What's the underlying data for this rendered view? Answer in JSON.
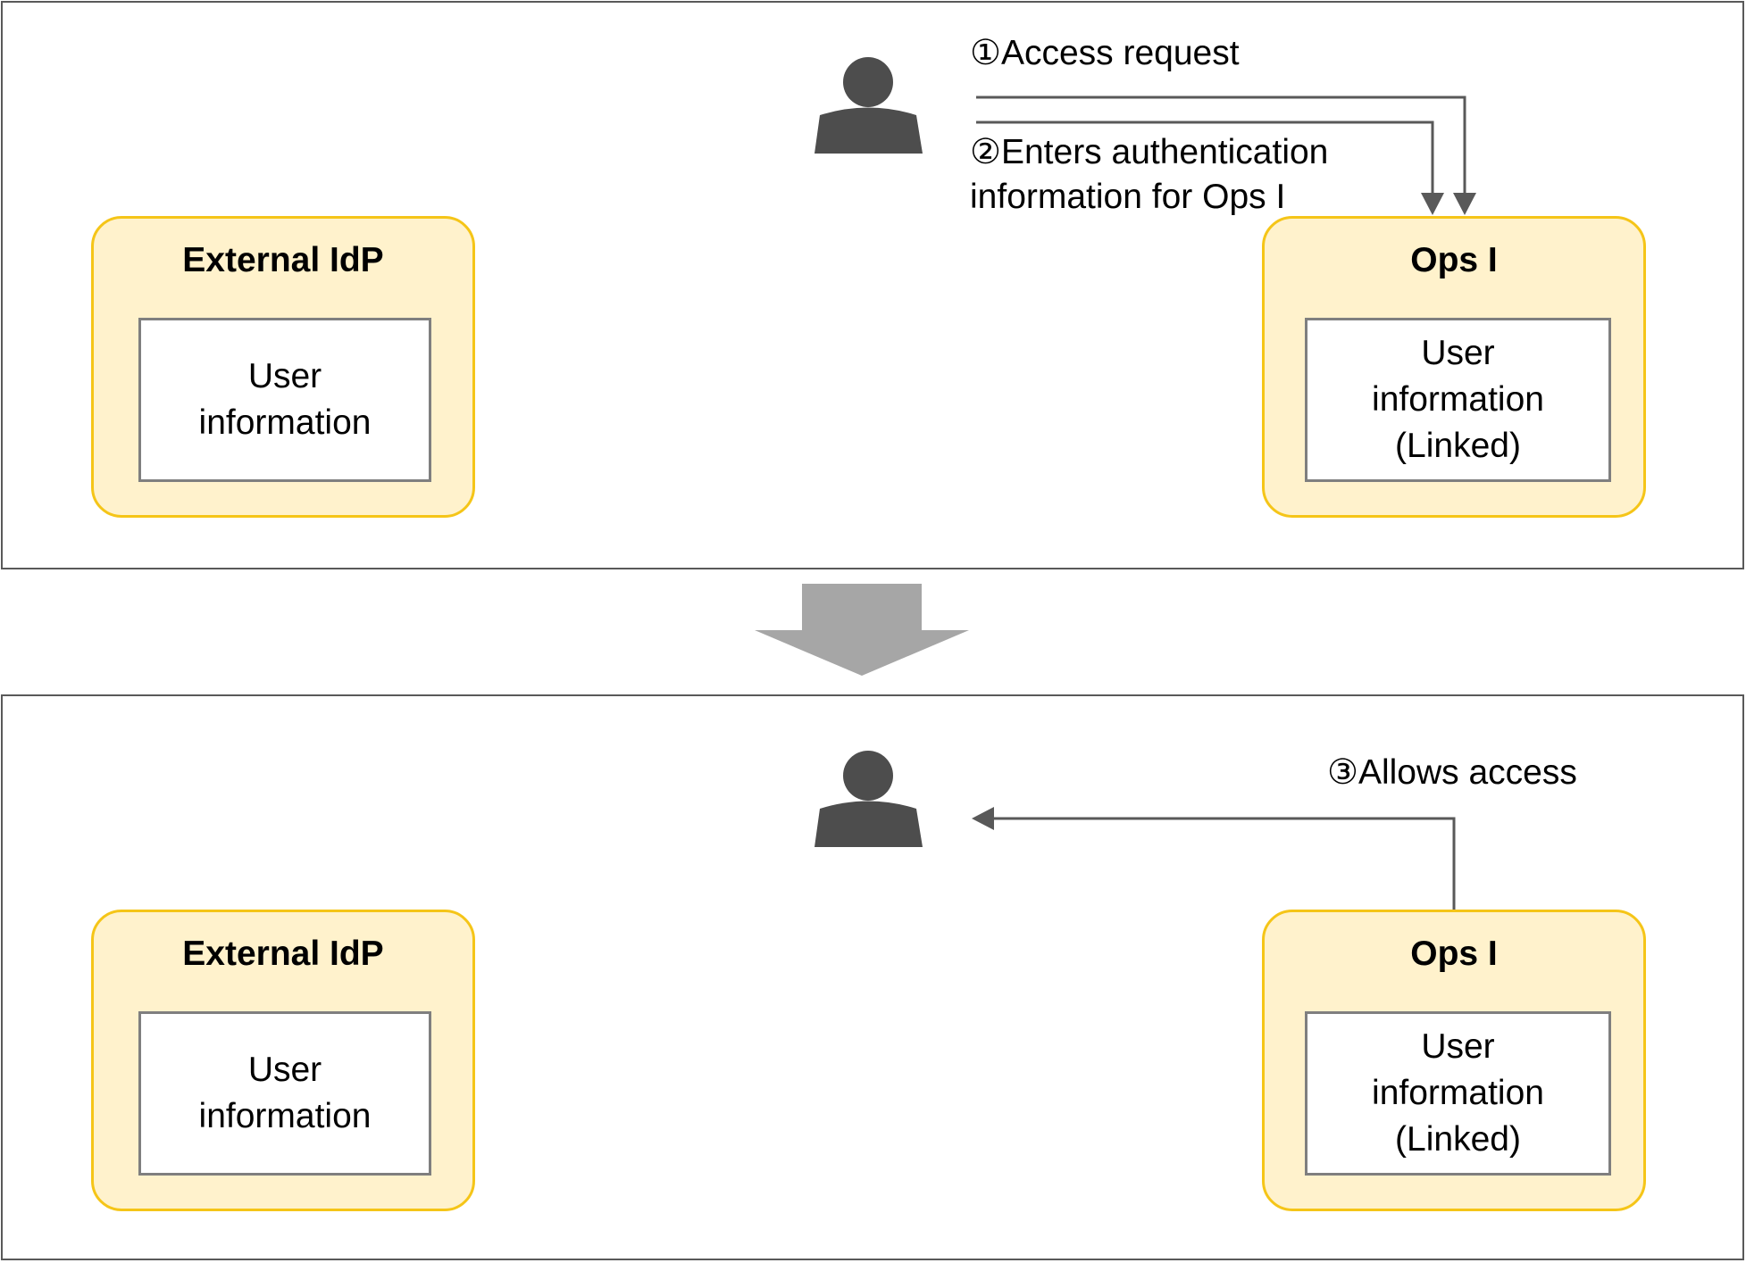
{
  "scenes": [
    {
      "external_idp": {
        "title": "External IdP",
        "user_info": "User\ninformation"
      },
      "ops": {
        "title": "Ops I",
        "user_info": "User\ninformation\n(Linked)"
      },
      "steps": [
        {
          "label": "①Access request"
        },
        {
          "label": "②Enters authentication\ninformation for Ops I"
        }
      ]
    },
    {
      "external_idp": {
        "title": "External IdP",
        "user_info": "User\ninformation"
      },
      "ops": {
        "title": "Ops I",
        "user_info": "User\ninformation\n(Linked)"
      },
      "steps": [
        {
          "label": "③Allows access"
        }
      ]
    }
  ],
  "colors": {
    "system_fill": "#fff2cc",
    "system_border": "#f5c518",
    "user_icon": "#4d4d4d",
    "flow_arrow": "#595959",
    "transition_arrow": "#a6a6a6"
  },
  "icons": [
    "user-icon",
    "down-arrow-icon"
  ]
}
